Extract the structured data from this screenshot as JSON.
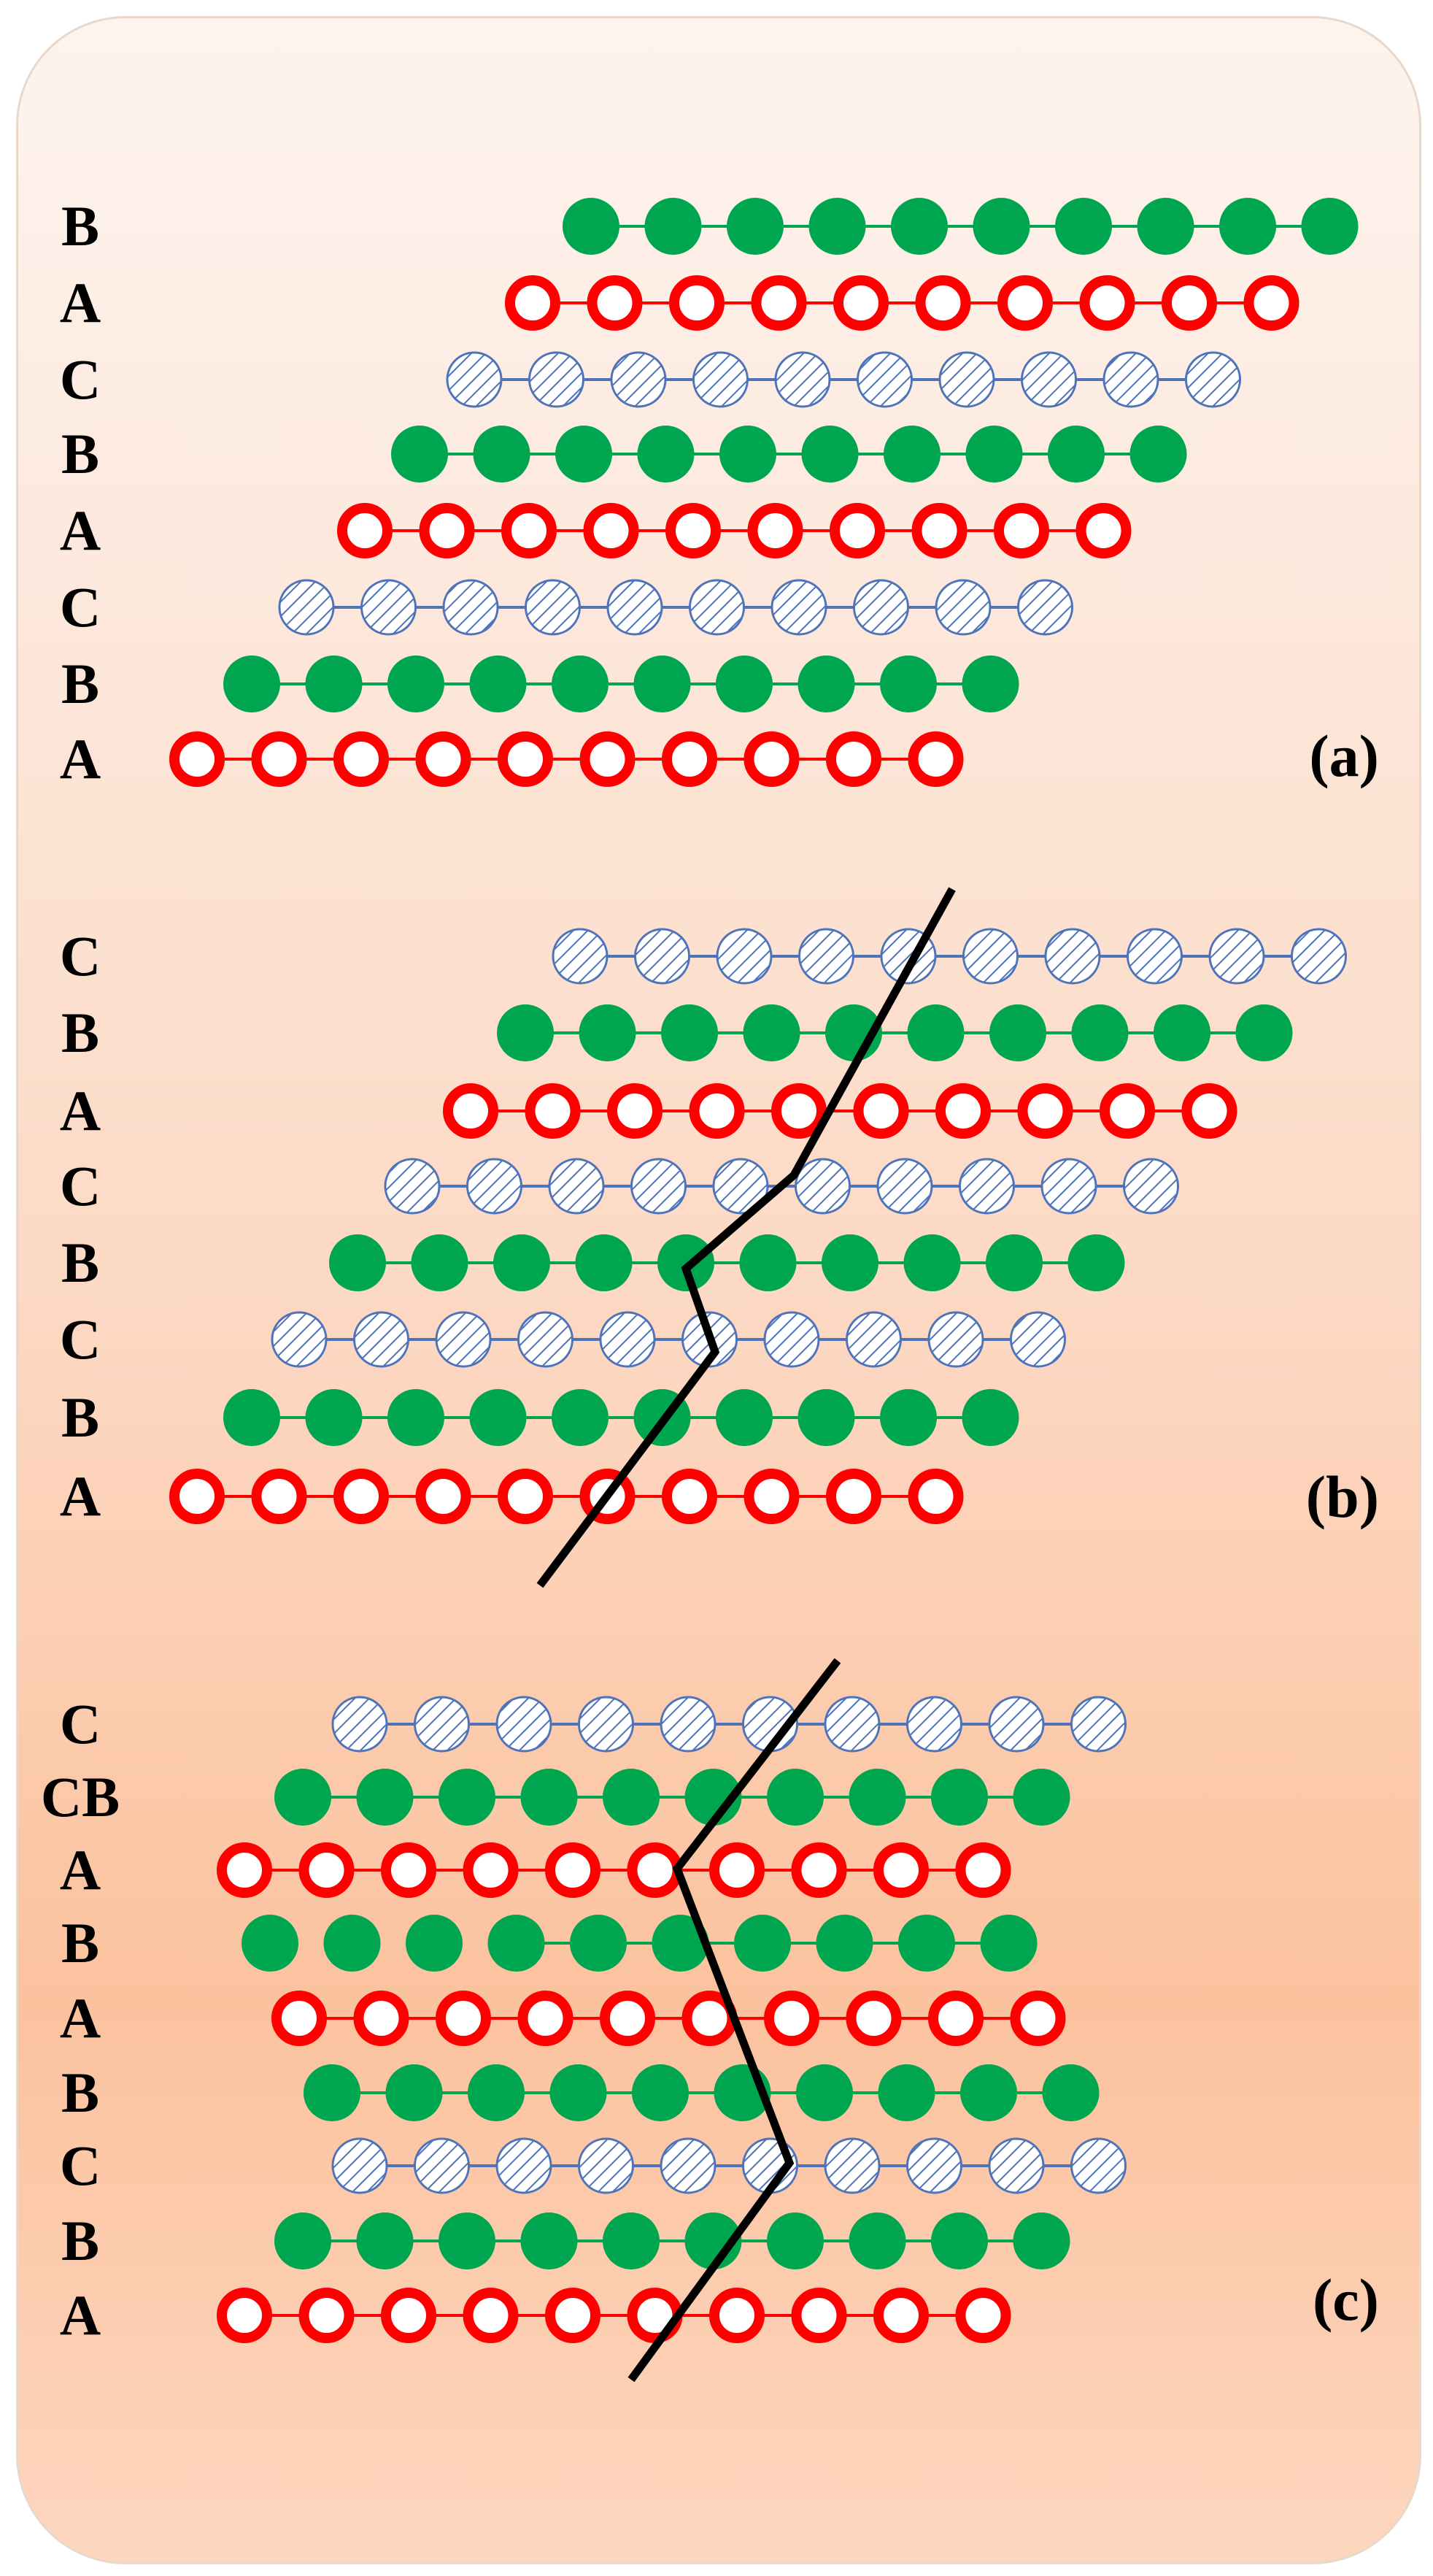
{
  "colors": {
    "A_stroke": "#ff0000",
    "A_fill": "#ffffff",
    "B_fill": "#00a550",
    "B_link": "#00a550",
    "C_stroke": "#4f73b8",
    "C_fill": "#ffffff",
    "fault": "#000000",
    "background_top": "#fdf4ef",
    "background_bottom": "#fbc29e"
  },
  "atoms_per_row": 10,
  "panels": [
    {
      "label": "(a)",
      "rows": [
        {
          "type": "B"
        },
        {
          "type": "A"
        },
        {
          "type": "C"
        },
        {
          "type": "B"
        },
        {
          "type": "A"
        },
        {
          "type": "C"
        },
        {
          "type": "B"
        },
        {
          "type": "A"
        }
      ]
    },
    {
      "label": "(b)",
      "rows": [
        {
          "type": "C"
        },
        {
          "type": "B"
        },
        {
          "type": "A"
        },
        {
          "type": "C"
        },
        {
          "type": "B"
        },
        {
          "type": "C"
        },
        {
          "type": "B"
        },
        {
          "type": "A"
        }
      ]
    },
    {
      "label": "(c)",
      "left_labels": [
        "C",
        "CB",
        "A",
        "B",
        "A",
        "B",
        "C",
        "B",
        "A"
      ],
      "rows": [
        {
          "type": "C"
        },
        {
          "type": "B"
        },
        {
          "type": "A"
        },
        {
          "type": "B",
          "gapped": true
        },
        {
          "type": "A"
        },
        {
          "type": "B"
        },
        {
          "type": "C"
        },
        {
          "type": "B"
        },
        {
          "type": "A"
        }
      ]
    }
  ]
}
